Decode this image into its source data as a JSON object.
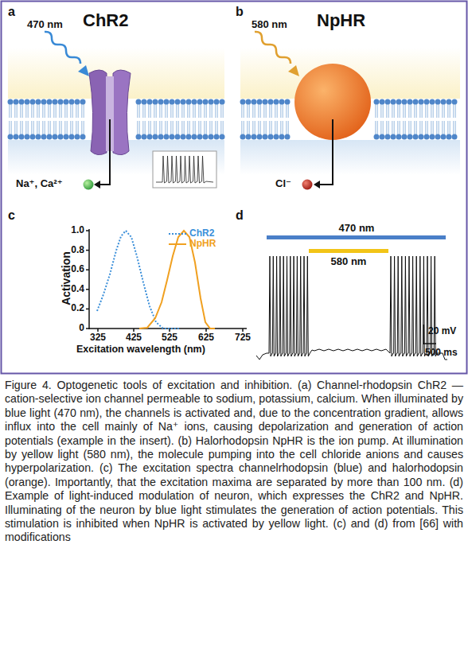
{
  "diagram": {
    "caption": "Figure 4. Optogenetic tools of excitation and inhibition. (a) Channel-rhodopsin ChR2 — cation-selective ion channel permeable to sodium, potassium, calcium. When illuminated by blue light (470 nm), the channels is activated and, due to the concentration gradient, allows influx into the cell mainly of Na⁺ ions, causing depolarization and generation of action potentials (example in the insert). (b) Halorhodopsin NpHR is the ion pump. At illumination by yellow light (580 nm), the molecule pumping into the cell chloride anions and causes hyperpolarization. (c) The excitation spectra channelrhodopsin (blue) and halorhodopsin (orange). Importantly, that the excitation maxima are separated by more than 100 nm. (d) Example of light-induced modulation of neuron, which expresses the ChR2 and NpHR. Illuminating of the neuron by blue light stimulates the generation of action potentials. This stimulation is inhibited when NpHR is activated by yellow light. (c) and (d) from [66] with modifications",
    "labels": [
      "a",
      "ChR2",
      "470 nm",
      "Na⁺, Ca²⁺",
      "b",
      "NpHR",
      "580 nm",
      "Cl⁻",
      "c",
      "1.0",
      "0.8",
      "0.6",
      "0.4",
      "0.2",
      "0",
      "325",
      "425",
      "525",
      "625",
      "725",
      "Activation",
      "Excitation wavelength (nm)",
      "d",
      "470 nm",
      "580 nm",
      "20 mV",
      "500 ms"
    ],
    "legend": [
      {
        "text": "ChR2"
      },
      {
        "text": "NpHR"
      }
    ]
  }
}
